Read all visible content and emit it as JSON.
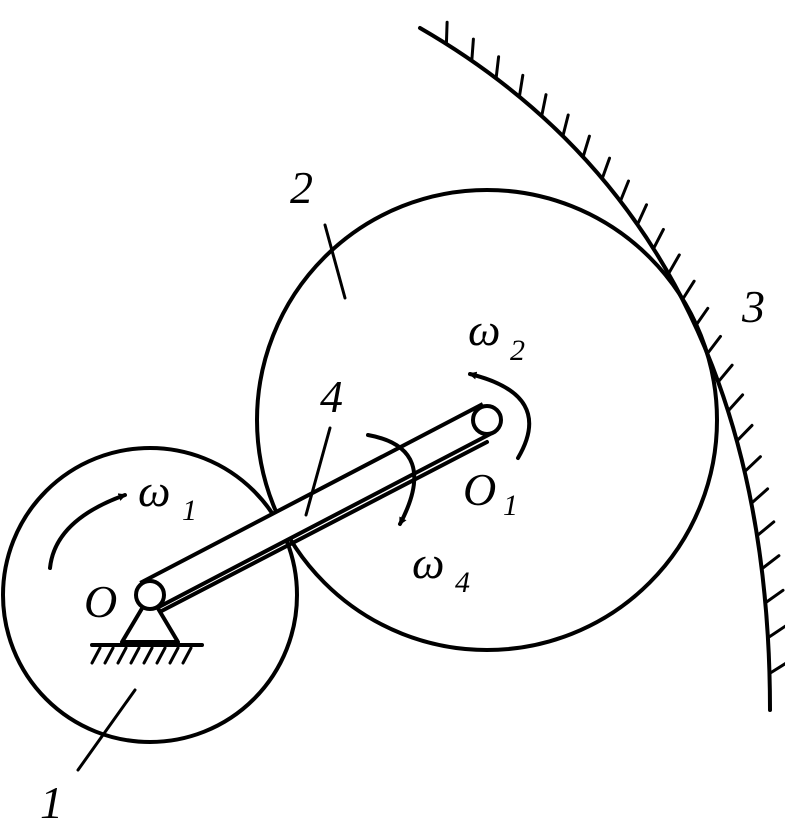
{
  "labels": {
    "part_1": "1",
    "part_2": "2",
    "part_3": "3",
    "part_4": "4",
    "point_o": "O",
    "point_o1_main": "O",
    "point_o1_sub": "1",
    "omega_1_main": "ω",
    "omega_1_sub": "1",
    "omega_2_main": "ω",
    "omega_2_sub": "2",
    "omega_4_main": "ω",
    "omega_4_sub": "4"
  }
}
